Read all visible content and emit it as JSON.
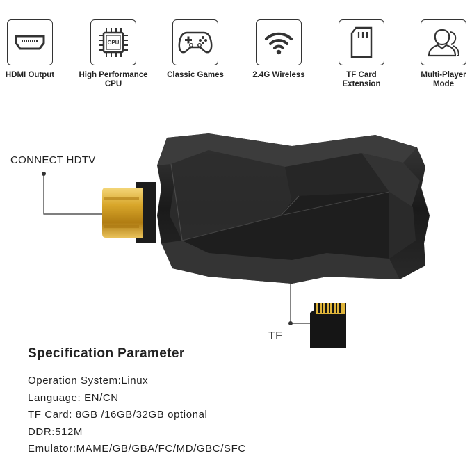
{
  "features": [
    {
      "icon": "hdmi-port-icon",
      "label": "HDMI Output"
    },
    {
      "icon": "cpu-chip-icon",
      "label": "High Performance\nCPU",
      "chip_text": "CPU"
    },
    {
      "icon": "gamepad-icon",
      "label": "Classic Games"
    },
    {
      "icon": "wifi-icon",
      "label": "2.4G Wireless"
    },
    {
      "icon": "sd-card-icon",
      "label": "TF Card\nExtension"
    },
    {
      "icon": "users-icon",
      "label": "Multi-Player\nMode"
    }
  ],
  "product": {
    "connect_label": "CONNECT HDTV",
    "tf_label": "TF",
    "body_color": "#1f1f1f",
    "connector_color": "#d8a62a"
  },
  "spec": {
    "title": "Specification Parameter",
    "lines": [
      "Operation System:Linux",
      "Language: EN/CN",
      "TF Card: 8GB /16GB/32GB optional",
      "DDR:512M",
      "Emulator:MAME/GB/GBA/FC/MD/GBC/SFC"
    ]
  }
}
